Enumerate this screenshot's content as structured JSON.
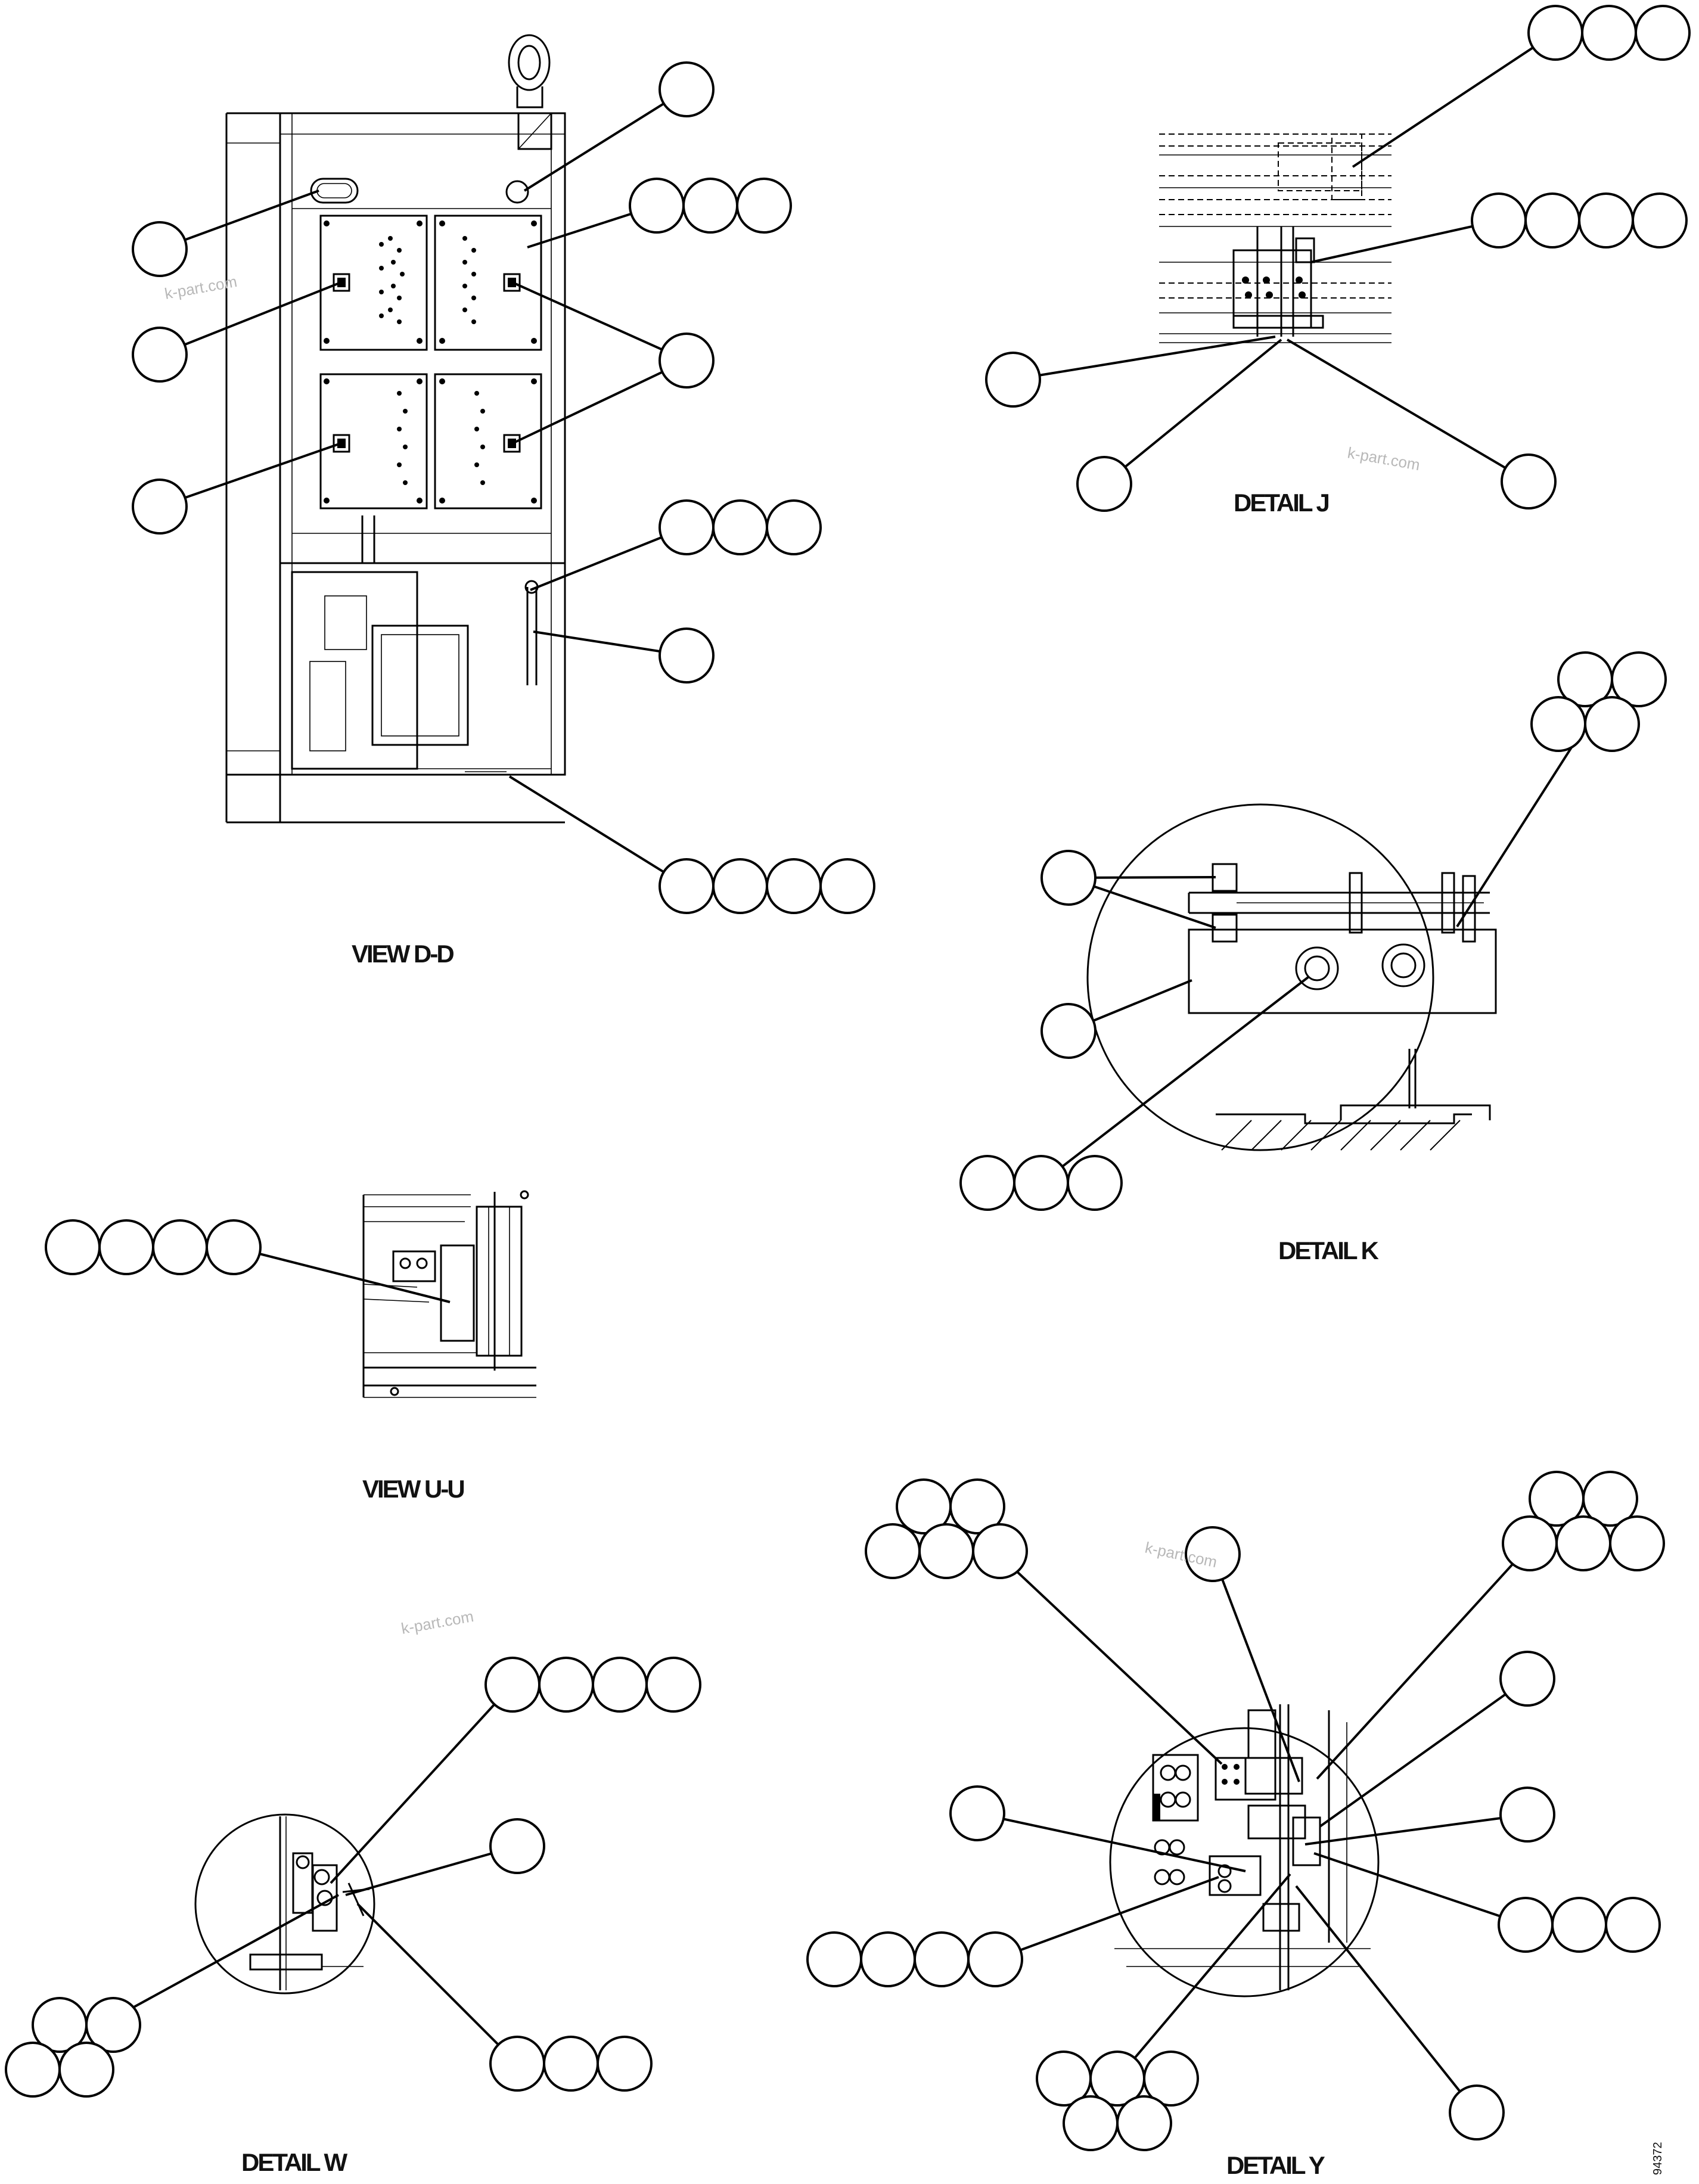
{
  "views": {
    "view_dd": "VIEW D-D",
    "detail_j": "DETAIL J",
    "detail_k": "DETAIL K",
    "view_uu": "VIEW U-U",
    "detail_w": "DETAIL W",
    "detail_y": "DETAIL Y"
  },
  "watermarks": [
    "k-part.com",
    "k-part.com",
    "k-part.com",
    "k-part.com"
  ],
  "sheet_number": "94372"
}
